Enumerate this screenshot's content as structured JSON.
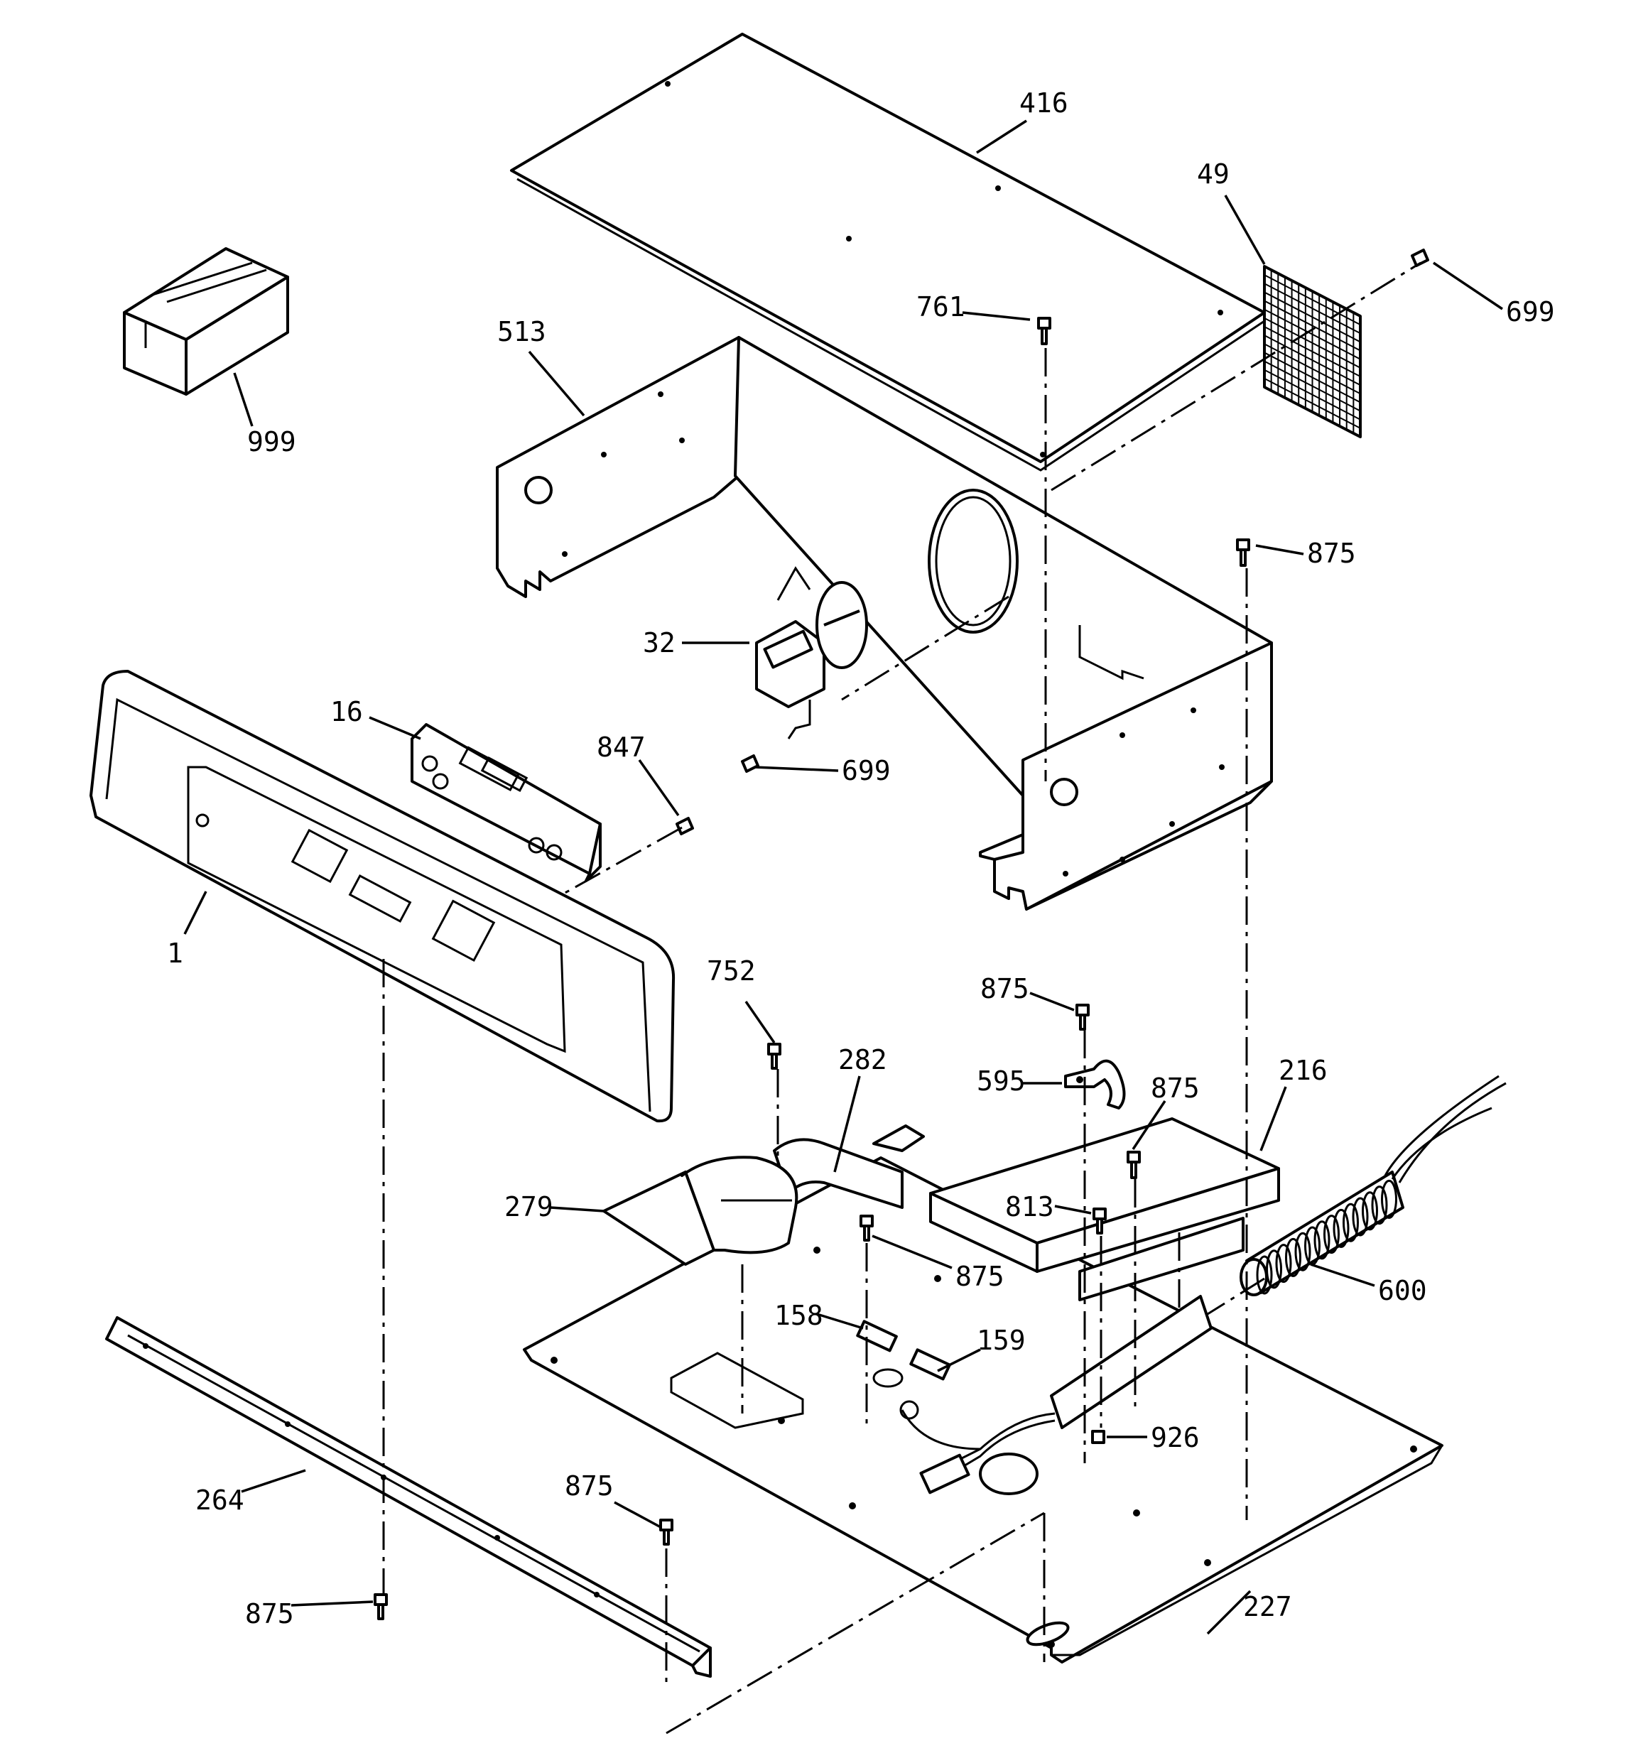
{
  "callouts": {
    "c416": "416",
    "c49": "49",
    "c699a": "699",
    "c761": "761",
    "c513": "513",
    "c999": "999",
    "c875a": "875",
    "c32": "32",
    "c16": "16",
    "c847": "847",
    "c699b": "699",
    "c1": "1",
    "c752": "752",
    "c282": "282",
    "c875b": "875",
    "c595": "595",
    "c875c": "875",
    "c216": "216",
    "c279": "279",
    "c813": "813",
    "c875d": "875",
    "c600": "600",
    "c158": "158",
    "c159": "159",
    "c926": "926",
    "c264": "264",
    "c875e": "875",
    "c875f": "875",
    "c227": "227"
  }
}
